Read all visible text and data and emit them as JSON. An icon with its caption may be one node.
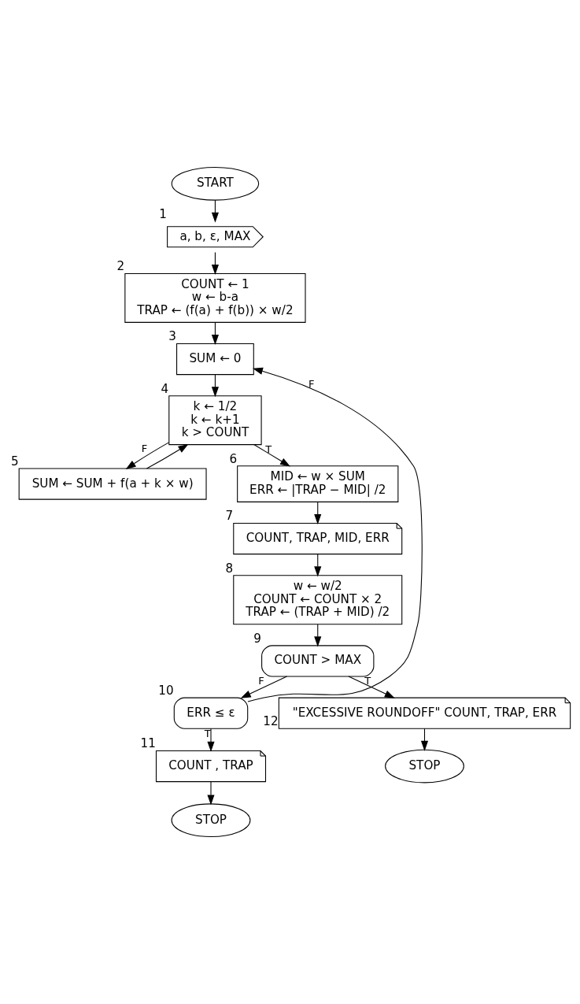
{
  "diagram": {
    "nodes": [
      {
        "text": [
          "START"
        ]
      },
      {
        "text": [
          "a, b, ε, MAX"
        ],
        "beside": [
          "1"
        ]
      },
      {
        "text": [
          "COUNT ← 1",
          "w ← b-a",
          "TRAP ← (f(a) + f(b)) × w/2"
        ],
        "beside": [
          "2"
        ]
      },
      {
        "text": [
          "SUM ← 0"
        ],
        "beside": [
          "3"
        ]
      },
      {
        "text": [
          "k ← 1/2",
          "k ← k+1",
          "k > COUNT"
        ],
        "beside": [
          "4"
        ]
      },
      {
        "text": [
          "SUM ← SUM + f(a + k × w)"
        ],
        "beside": [
          "5"
        ]
      },
      {
        "text": [
          "MID ← w × SUM",
          "ERR ← |TRAP − MID| /2"
        ],
        "beside": [
          "6"
        ]
      },
      {
        "text": [
          "COUNT, TRAP, MID, ERR"
        ],
        "beside": [
          "7"
        ]
      },
      {
        "text": [
          "w ← w/2",
          "COUNT ← COUNT × 2",
          "TRAP ← (TRAP + MID) /2"
        ],
        "beside": [
          "8"
        ]
      },
      {
        "text": [
          "COUNT > MAX"
        ],
        "beside": [
          "9"
        ]
      },
      {
        "text": [
          "ERR ≤ ε"
        ],
        "beside": [
          "10"
        ]
      },
      {
        "text": [
          "COUNT , TRAP"
        ],
        "beside": [
          "11"
        ]
      },
      {
        "text": [
          "STOP"
        ]
      },
      {
        "text": [
          "\"EXCESSIVE ROUNDOFF\" COUNT, TRAP, ERR"
        ],
        "beside": [
          "12"
        ]
      },
      {
        "text": [
          "STOP"
        ]
      }
    ],
    "edges": [
      {
        "from": 0,
        "to": 1,
        "arrow": "to"
      },
      {
        "from": 1,
        "to": 2,
        "arrow": "to"
      },
      {
        "from": 2,
        "to": 3,
        "arrow": "to"
      },
      {
        "from": 3,
        "to": 4,
        "arrow": "to"
      },
      {
        "from": 4,
        "to": 5,
        "arrow": "to",
        "label": "F"
      },
      {
        "from": 5,
        "to": 4,
        "arrow": "to"
      },
      {
        "from": 4,
        "to": 6,
        "arrow": "to",
        "label": "T"
      },
      {
        "from": 6,
        "to": 7,
        "arrow": "to"
      },
      {
        "from": 7,
        "to": 8,
        "arrow": "to"
      },
      {
        "from": 8,
        "to": 9,
        "arrow": "to"
      },
      {
        "from": 9,
        "to": 10,
        "arrow": "to",
        "label": "F"
      },
      {
        "from": 9,
        "to": 13,
        "arrow": "to",
        "label": "T"
      },
      {
        "from": 10,
        "to": 3,
        "arrow": "to",
        "label": "F"
      },
      {
        "from": 10,
        "to": 11,
        "arrow": "to",
        "label": "T"
      },
      {
        "from": 11,
        "to": 12,
        "arrow": "to"
      },
      {
        "from": 13,
        "to": 14,
        "arrow": "to"
      }
    ]
  }
}
